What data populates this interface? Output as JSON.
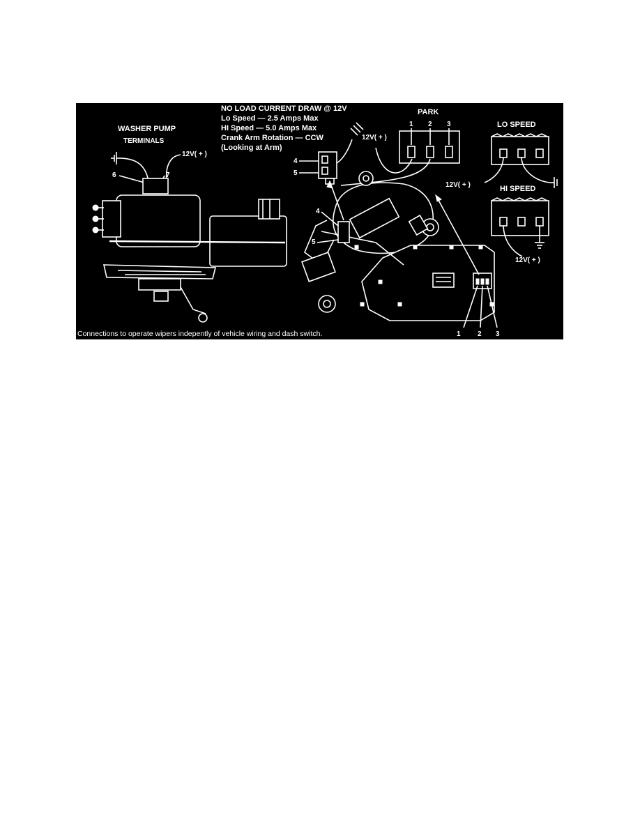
{
  "figure": {
    "notes": {
      "line1": "NO LOAD CURRENT DRAW @ 12V",
      "line2": "Lo Speed — 2.5 Amps Max",
      "line3": "HI Speed — 5.0 Amps Max",
      "line4": "Crank Arm Rotation — CCW",
      "line5": "(Looking at Arm)"
    },
    "washer_pump": {
      "title": "WASHER PUMP",
      "subtitle": "TERMINALS",
      "supply": "12V( + )",
      "term6": "6",
      "term7": "7"
    },
    "park": {
      "title": "PARK",
      "t1": "1",
      "t2": "2",
      "t3": "3",
      "supply": "12V( + )"
    },
    "lo_speed": {
      "title": "LO SPEED",
      "supply": "12V( + )"
    },
    "hi_speed": {
      "title": "HI SPEED",
      "supply": "12V( + )"
    },
    "connector_left": {
      "t4": "4",
      "t5": "5"
    },
    "motor_labels": {
      "t4": "4",
      "t5": "5",
      "t1": "1",
      "t2": "2",
      "t3": "3"
    },
    "caption": "Connections to operate wipers indepently of  vehicle wiring and dash switch."
  }
}
